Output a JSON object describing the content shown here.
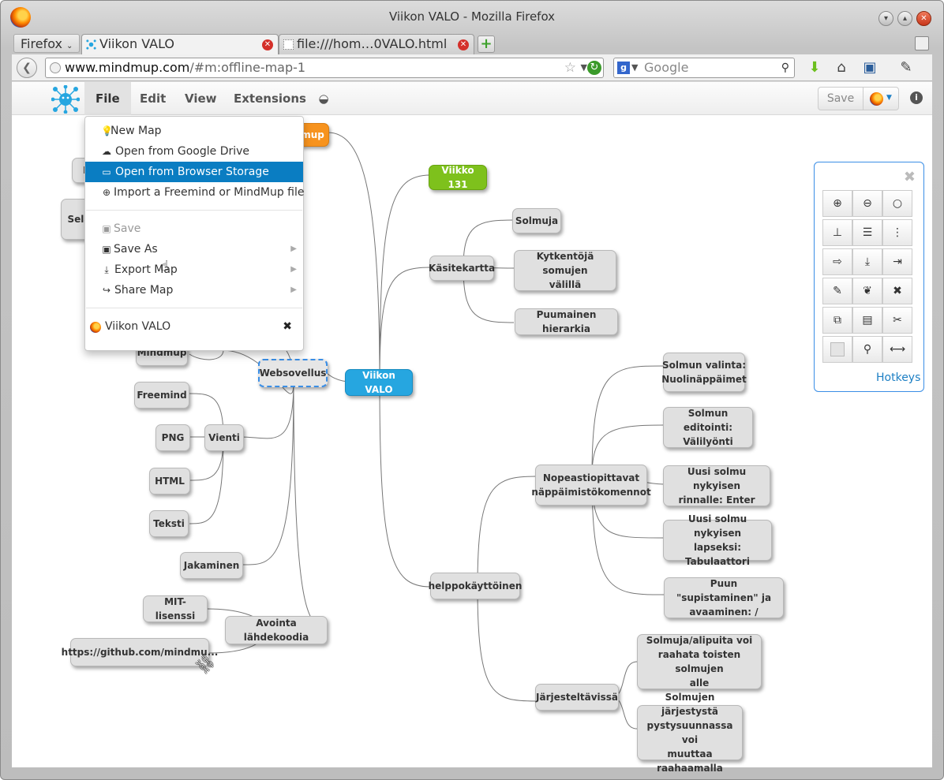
{
  "window": {
    "title": "Viikon VALO - Mozilla Firefox"
  },
  "browser": {
    "menu_label": "Firefox",
    "tabs": [
      {
        "label": "Viikon VALO",
        "active": true
      },
      {
        "label": "file:///hom…0VALO.html",
        "active": false
      }
    ],
    "url_domain": "www.mindmup.com",
    "url_path": "/#m:offline-map-1",
    "url_prefix": "",
    "search_placeholder": "Google"
  },
  "app": {
    "menu": [
      "File",
      "Edit",
      "View",
      "Extensions"
    ],
    "save_label": "Save"
  },
  "file_menu": {
    "items": [
      {
        "icon": "lightbulb-icon",
        "glyph": "💡",
        "label": "New Map"
      },
      {
        "icon": "cloud-upload-icon",
        "glyph": "☁",
        "label": "Open from Google Drive"
      },
      {
        "icon": "laptop-icon",
        "glyph": "▭",
        "label": "Open from Browser Storage",
        "highlighted": true
      },
      {
        "icon": "upload-circle-icon",
        "glyph": "⊕",
        "label": "Import a Freemind or MindMup file"
      },
      {
        "icon": "floppy-icon",
        "glyph": "▣",
        "label": "Save",
        "disabled": true
      },
      {
        "icon": "floppy-icon",
        "glyph": "▣",
        "label": "Save As",
        "submenu": true
      },
      {
        "icon": "download-icon",
        "glyph": "⤓",
        "label": "Export Map",
        "submenu": true
      },
      {
        "icon": "share-icon",
        "glyph": "↪",
        "label": "Share Map",
        "submenu": true
      },
      {
        "icon": "firefox-icon",
        "glyph": "●",
        "label": "Viikon VALO",
        "closable": true
      }
    ]
  },
  "map": {
    "nodes": [
      {
        "id": "root",
        "text": "Viikon VALO",
        "style": "root"
      },
      {
        "id": "viikko",
        "text": "Viikko 131",
        "style": "green"
      },
      {
        "id": "mup",
        "text": "mup",
        "style": "orange"
      },
      {
        "id": "kasitekartta",
        "text": "Käsitekartta"
      },
      {
        "id": "solmuja",
        "text": "Solmuja"
      },
      {
        "id": "kytkentoja",
        "text": "Kytkentöjä somujen\nvälillä"
      },
      {
        "id": "puumainen",
        "text": "Puumainen hierarkia"
      },
      {
        "id": "helppo",
        "text": "helppokäyttöinen"
      },
      {
        "id": "nopea",
        "text": "Nopeastiopittavat\nnäppäimistökomennot"
      },
      {
        "id": "valinta",
        "text": "Solmun valinta:\nNuolinäppäimet"
      },
      {
        "id": "editointi",
        "text": "Solmun editointi:\nVälilyönti"
      },
      {
        "id": "uusi1",
        "text": "Uusi solmu nykyisen\nrinnalle: Enter"
      },
      {
        "id": "uusi2",
        "text": "Uusi solmu nykyisen\nlapseksi: Tabulaattori"
      },
      {
        "id": "puun",
        "text": "Puun \"supistaminen\" ja\navaaminen: /"
      },
      {
        "id": "jarj",
        "text": "Järjesteltävissä"
      },
      {
        "id": "alipuita",
        "text": "Solmuja/alipuita voi\nraahata toisten solmujen\nalle"
      },
      {
        "id": "jarjestys",
        "text": "Solmujen järjestystä\npystysuunnassa voi\nmuuttaa raahaamalla"
      },
      {
        "id": "websov",
        "text": "Websovellus",
        "style": "selected"
      },
      {
        "id": "mindmup",
        "text": "Mindmup"
      },
      {
        "id": "vienti",
        "text": "Vienti"
      },
      {
        "id": "freemind",
        "text": "Freemind"
      },
      {
        "id": "png",
        "text": "PNG"
      },
      {
        "id": "html",
        "text": "HTML"
      },
      {
        "id": "teksti",
        "text": "Teksti"
      },
      {
        "id": "jakaminen",
        "text": "Jakaminen"
      },
      {
        "id": "avointa",
        "text": "Avointa lähdekoodia"
      },
      {
        "id": "mit",
        "text": "MIT-lisenssi"
      },
      {
        "id": "github",
        "text": "https://github.com/mindmu..."
      },
      {
        "id": "m_partial",
        "text": "M"
      },
      {
        "id": "sel_partial",
        "text": "Sela\n"
      }
    ]
  },
  "palette": {
    "hotkeys_label": "Hotkeys",
    "buttons": [
      {
        "name": "zoom-in-icon",
        "glyph": "⊕"
      },
      {
        "name": "zoom-out-icon",
        "glyph": "⊖"
      },
      {
        "name": "reset-zoom-icon",
        "glyph": "○"
      },
      {
        "name": "sitemap-icon",
        "glyph": "⊥"
      },
      {
        "name": "list-icon",
        "glyph": "☰"
      },
      {
        "name": "more-vertical-icon",
        "glyph": "⋮"
      },
      {
        "name": "insert-sibling-icon",
        "glyph": "⇨"
      },
      {
        "name": "insert-child-icon",
        "glyph": "⤓"
      },
      {
        "name": "insert-root-icon",
        "glyph": "⇥"
      },
      {
        "name": "pencil-icon",
        "glyph": "✎"
      },
      {
        "name": "leaf-icon",
        "glyph": "❦"
      },
      {
        "name": "delete-icon",
        "glyph": "✖"
      },
      {
        "name": "copy-icon",
        "glyph": "⧉"
      },
      {
        "name": "paste-icon",
        "glyph": "▤"
      },
      {
        "name": "scissors-icon",
        "glyph": "✂"
      },
      {
        "name": "color-swatch-icon",
        "glyph": ""
      },
      {
        "name": "attachment-icon",
        "glyph": "⚲"
      },
      {
        "name": "arrows-horizontal-icon",
        "glyph": "⟷"
      }
    ]
  },
  "colors": {
    "root": "#26a6e0",
    "green": "#7ec11c",
    "orange": "#f7931e",
    "highlight": "#0a7dc2"
  }
}
